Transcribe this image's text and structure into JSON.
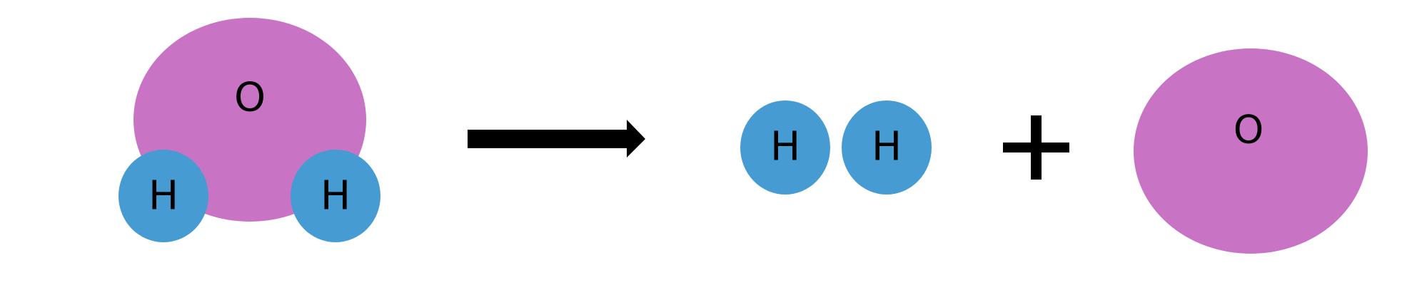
{
  "colors": {
    "oxygen": "#c973c5",
    "hydrogen": "#469cd2",
    "symbol": "#000000",
    "background": "#ffffff"
  },
  "labels": {
    "oxygen": "O",
    "hydrogen": "H",
    "plus": "+"
  },
  "reactant": {
    "oxygen": "O",
    "hydrogen_1": "H",
    "hydrogen_2": "H"
  },
  "products": {
    "hydrogen_1": "H",
    "hydrogen_2": "H",
    "oxygen": "O"
  },
  "arrow_icon": "right-arrow-icon",
  "plus_icon": "plus-icon"
}
